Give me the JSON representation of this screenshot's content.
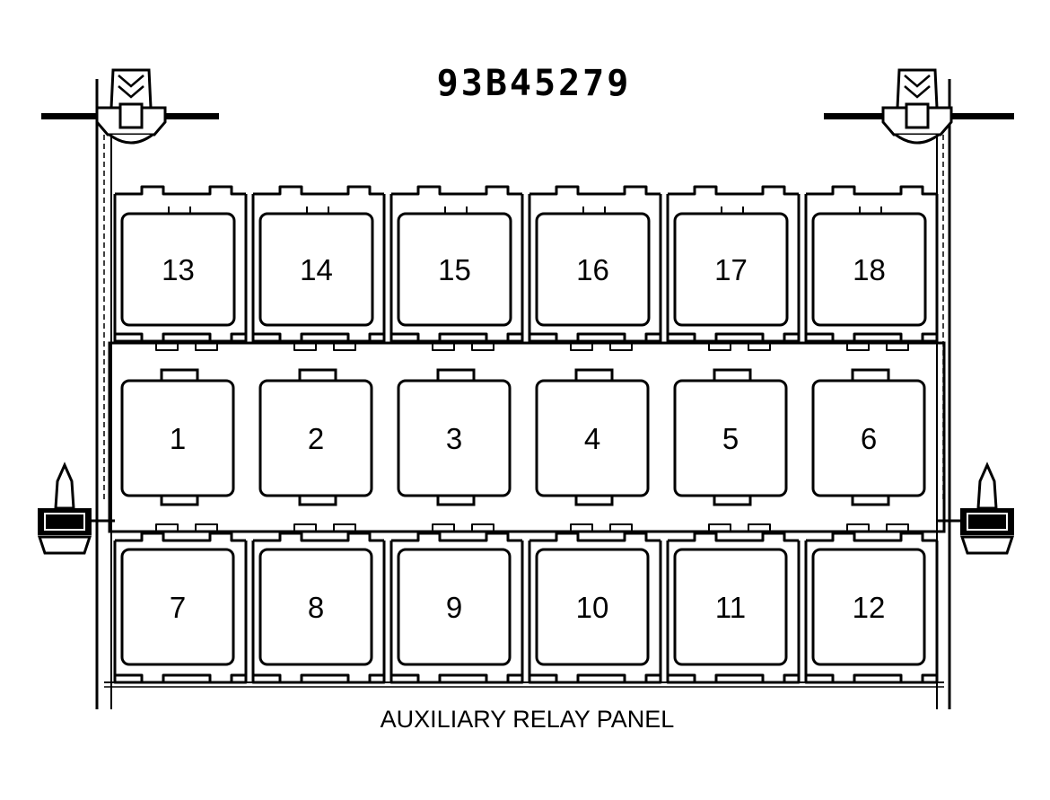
{
  "diagram": {
    "code": "93B45279",
    "caption": "AUXILIARY RELAY PANEL",
    "rows": [
      {
        "relays": [
          "13",
          "14",
          "15",
          "16",
          "17",
          "18"
        ]
      },
      {
        "relays": [
          "1",
          "2",
          "3",
          "4",
          "5",
          "6"
        ]
      },
      {
        "relays": [
          "7",
          "8",
          "9",
          "10",
          "11",
          "12"
        ]
      }
    ]
  }
}
